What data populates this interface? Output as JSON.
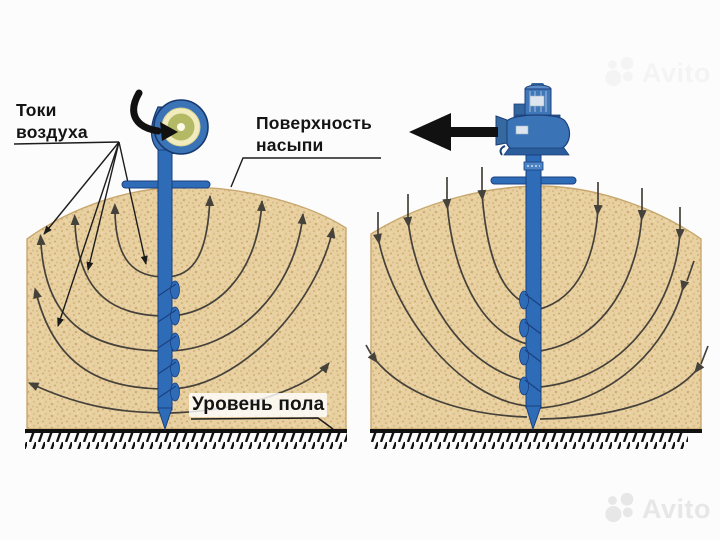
{
  "labels": {
    "air_currents": "Токи\nвоздуха",
    "pile_surface": "Поверхность\nнасыпи",
    "floor_level": "Уровень пола"
  },
  "watermark": {
    "brand": "Avito"
  },
  "colors": {
    "background": "#fcfcfc",
    "grain_fill": "#e8d0a0",
    "grain_speckle": "#c9a76c",
    "device_blue": "#3b74b6",
    "device_blue_dark": "#1c3f7a",
    "tube_blue": "#2f6cb8",
    "fan_inlet_ring": "#f1ebbd",
    "fan_inlet_core": "#b4b966",
    "flow_line": "#45413b",
    "annotation_black": "#141414",
    "floor_black": "#111111",
    "watermark_gray": "#e7e7e7"
  }
}
